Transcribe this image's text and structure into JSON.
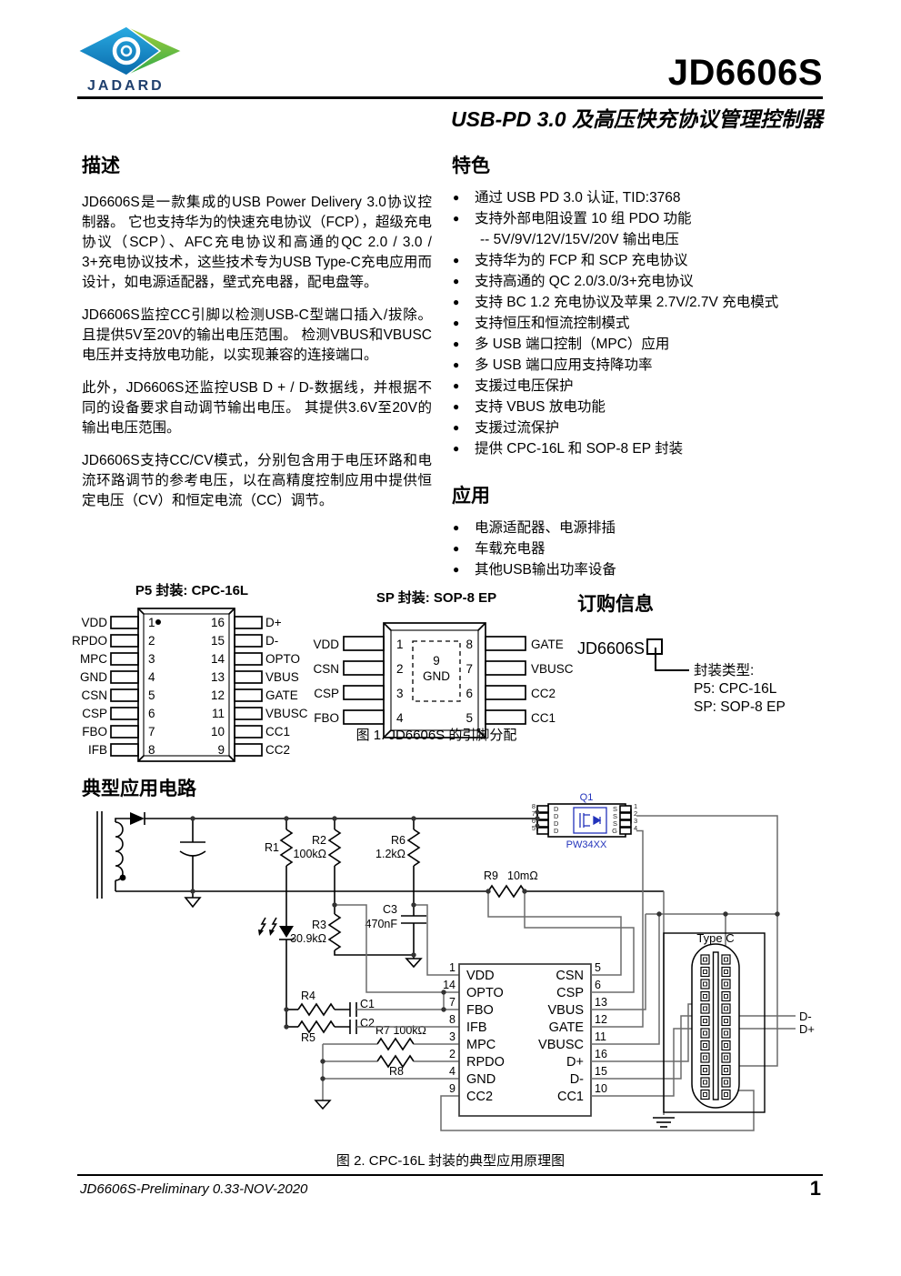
{
  "header": {
    "brand": "JADARD",
    "title": "JD6606S",
    "subtitle": "USB-PD 3.0 及高压快充协议管理控制器"
  },
  "description": {
    "heading": "描述",
    "paragraphs": [
      "JD6606S是一款集成的USB Power Delivery 3.0协议控制器。 它也支持华为的快速充电协议（FCP），超级充电协议（SCP）、AFC充电协议和高通的QC 2.0 / 3.0 / 3+充电协议技术，这些技术专为USB Type-C充电应用而设计，如电源适配器，壁式充电器，配电盘等。",
      "JD6606S监控CC引脚以检测USB-C型端口插入/拔除。 且提供5V至20V的输出电压范围。 检测VBUS和VBUSC电压并支持放电功能，以实现兼容的连接端口。",
      "此外，JD6606S还监控USB D + / D-数据线，并根据不同的设备要求自动调节输出电压。 其提供3.6V至20V的输出电压范围。",
      "JD6606S支持CC/CV模式，分别包含用于电压环路和电流环路调节的参考电压，以在高精度控制应用中提供恒定电压（CV）和恒定电流（CC）调节。"
    ]
  },
  "features": {
    "heading": "特色",
    "items": [
      {
        "t": "通过 USB PD 3.0 认证, TID:3768"
      },
      {
        "t": "支持外部电阻设置 10 组 PDO 功能"
      },
      {
        "t": "-- 5V/9V/12V/15V/20V 输出电压"
      },
      {
        "t": "支持华为的 FCP 和 SCP 充电协议"
      },
      {
        "t": "支持高通的 QC 2.0/3.0/3+充电协议"
      },
      {
        "t": "支持 BC 1.2 充电协议及苹果 2.7V/2.7V 充电模式"
      },
      {
        "t": "支持恒压和恒流控制模式"
      },
      {
        "t": "多 USB 端口控制（MPC）应用"
      },
      {
        "t": "多 USB 端口应用支持降功率"
      },
      {
        "t": "支援过电压保护"
      },
      {
        "t": "支持 VBUS 放电功能"
      },
      {
        "t": "支援过流保护"
      },
      {
        "t": "提供 CPC-16L 和 SOP-8 EP 封装"
      }
    ]
  },
  "applications": {
    "heading": "应用",
    "items": [
      {
        "t": "电源适配器、电源排插"
      },
      {
        "t": "车载充电器"
      },
      {
        "t": "其他USB输出功率设备"
      }
    ]
  },
  "figure1": {
    "caption": "图 1. JD6606S 的引脚分配",
    "pkg16": {
      "title": "P5 封装: CPC-16L",
      "left": [
        {
          "num": "1",
          "name": "VDD"
        },
        {
          "num": "2",
          "name": "RPDO"
        },
        {
          "num": "3",
          "name": "MPC"
        },
        {
          "num": "4",
          "name": "GND"
        },
        {
          "num": "5",
          "name": "CSN"
        },
        {
          "num": "6",
          "name": "CSP"
        },
        {
          "num": "7",
          "name": "FBO"
        },
        {
          "num": "8",
          "name": "IFB"
        }
      ],
      "right": [
        {
          "num": "16",
          "name": "D+"
        },
        {
          "num": "15",
          "name": "D-"
        },
        {
          "num": "14",
          "name": "OPTO"
        },
        {
          "num": "13",
          "name": "VBUS"
        },
        {
          "num": "12",
          "name": "GATE"
        },
        {
          "num": "11",
          "name": "VBUSC"
        },
        {
          "num": "10",
          "name": "CC1"
        },
        {
          "num": "9",
          "name": "CC2"
        }
      ]
    },
    "pkg8": {
      "title": "SP 封装: SOP-8 EP",
      "left": [
        {
          "num": "1",
          "name": "VDD"
        },
        {
          "num": "2",
          "name": "CSN"
        },
        {
          "num": "3",
          "name": "CSP"
        },
        {
          "num": "4",
          "name": "FBO"
        }
      ],
      "right": [
        {
          "num": "8",
          "name": "GATE"
        },
        {
          "num": "7",
          "name": "VBUSC"
        },
        {
          "num": "6",
          "name": "CC2"
        },
        {
          "num": "5",
          "name": "CC1"
        }
      ],
      "pad_num": "9",
      "pad_name": "GND"
    }
  },
  "ordering": {
    "heading": "订购信息",
    "part": "JD6606S",
    "pkg_label": "封装类型:",
    "options": [
      {
        "t": "P5: CPC-16L"
      },
      {
        "t": "SP: SOP-8 EP"
      }
    ]
  },
  "circuit": {
    "heading": "典型应用电路",
    "caption": "图 2. CPC-16L 封装的典型应用原理图",
    "labels": {
      "r1": "R1",
      "r2": "R2",
      "r2v": "100kΩ",
      "r6": "R6",
      "r6v": "1.2kΩ",
      "r3": "R3",
      "r3v": "30.9kΩ",
      "c3": "C3",
      "c3v": "470nF",
      "r9": "R9",
      "r9v": "10mΩ",
      "r4": "R4",
      "r5": "R5",
      "c1": "C1",
      "c2": "C2",
      "r7": "R7 100kΩ",
      "r8": "R8",
      "q1": "Q1",
      "q1part": "PW34XX",
      "typec": "Type C",
      "dm": "D-",
      "dp": "D+"
    },
    "ic": {
      "left": [
        {
          "num": "1",
          "name": "VDD"
        },
        {
          "num": "14",
          "name": "OPTO"
        },
        {
          "num": "7",
          "name": "FBO"
        },
        {
          "num": "8",
          "name": "IFB"
        },
        {
          "num": "3",
          "name": "MPC"
        },
        {
          "num": "2",
          "name": "RPDO"
        },
        {
          "num": "4",
          "name": "GND"
        },
        {
          "num": "9",
          "name": "CC2"
        }
      ],
      "right": [
        {
          "num": "5",
          "name": "CSN"
        },
        {
          "num": "6",
          "name": "CSP"
        },
        {
          "num": "13",
          "name": "VBUS"
        },
        {
          "num": "12",
          "name": "GATE"
        },
        {
          "num": "11",
          "name": "VBUSC"
        },
        {
          "num": "16",
          "name": "D+"
        },
        {
          "num": "15",
          "name": "D-"
        },
        {
          "num": "10",
          "name": "CC1"
        }
      ]
    },
    "q1": {
      "lnums": [
        "8",
        "7",
        "6",
        "5"
      ],
      "rnums": [
        "1",
        "2",
        "3",
        "4"
      ],
      "lnames": [
        "D",
        "D",
        "D",
        "D"
      ],
      "rnames": [
        "S",
        "S",
        "S",
        "G"
      ]
    }
  },
  "footer": {
    "left": "JD6606S-Preliminary 0.33-NOV-2020",
    "page": "1"
  }
}
